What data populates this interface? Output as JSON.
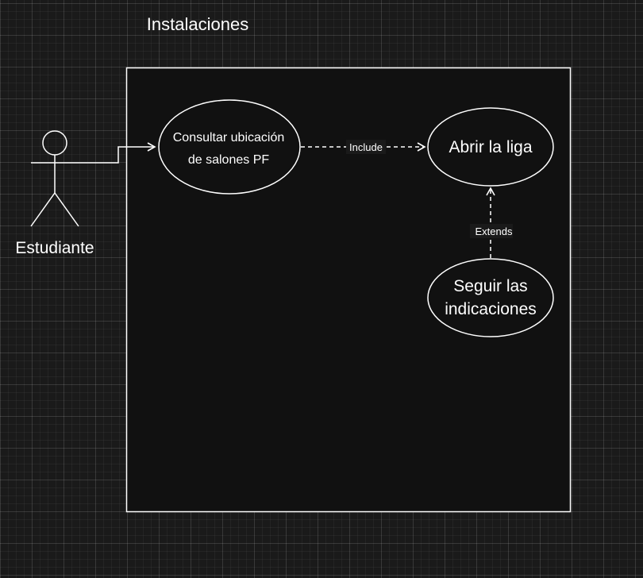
{
  "diagram": {
    "type": "use-case",
    "system": {
      "title": "Instalaciones"
    },
    "actor": {
      "name": "Estudiante"
    },
    "use_cases": {
      "consultar": {
        "line1": "Consultar ubicación",
        "line2": "de salones PF"
      },
      "abrir": {
        "line1": "Abrir la liga"
      },
      "seguir": {
        "line1": "Seguir las",
        "line2": "indicaciones"
      }
    },
    "relations": {
      "include": {
        "label": "Include",
        "from": "Consultar ubicación de salones PF",
        "to": "Abrir la liga"
      },
      "extends": {
        "label": "Extends",
        "from": "Seguir las indicaciones",
        "to": "Abrir la liga"
      },
      "association": {
        "from": "Estudiante",
        "to": "Consultar ubicación de salones PF"
      }
    },
    "colors": {
      "background": "#1a1a1a",
      "system_fill": "#111111",
      "stroke": "#ffffff",
      "text": "#ffffff"
    }
  }
}
